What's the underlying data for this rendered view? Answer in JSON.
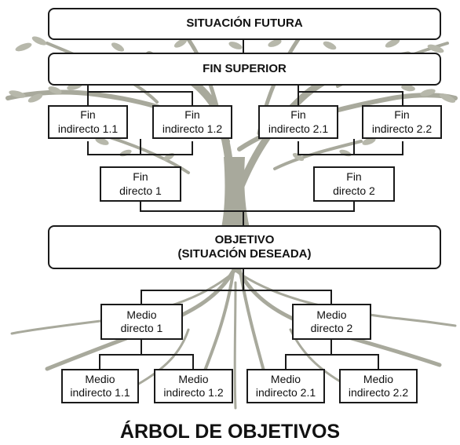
{
  "tree_color": "#a8a99c",
  "boxes": {
    "situacion_futura": "SITUACIÓN FUTURA",
    "fin_superior": "FIN SUPERIOR",
    "fin_indirecto_1_1": "Fin\nindirecto 1.1",
    "fin_indirecto_1_2": "Fin\nindirecto 1.2",
    "fin_indirecto_2_1": "Fin\nindirecto 2.1",
    "fin_indirecto_2_2": "Fin\nindirecto 2.2",
    "fin_directo_1": "Fin\ndirecto 1",
    "fin_directo_2": "Fin\ndirecto 2",
    "objetivo": "OBJETIVO\n(SITUACIÓN DESEADA)",
    "medio_directo_1": "Medio\ndirecto 1",
    "medio_directo_2": "Medio\ndirecto 2",
    "medio_indirecto_1_1": "Medio\nindirecto 1.1",
    "medio_indirecto_1_2": "Medio\nindirecto 1.2",
    "medio_indirecto_2_1": "Medio\nindirecto 2.1",
    "medio_indirecto_2_2": "Medio\nindirecto 2.2"
  },
  "caption": "ÁRBOL DE OBJETIVOS"
}
